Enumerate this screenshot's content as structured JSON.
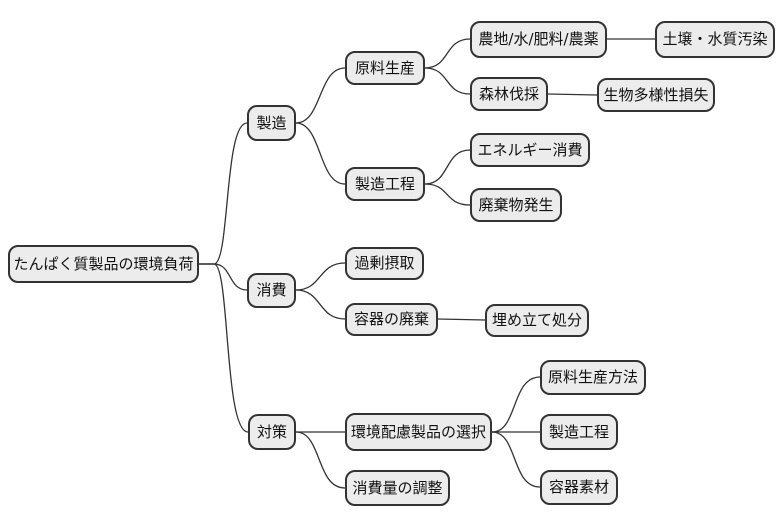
{
  "diagram": {
    "type": "mindmap",
    "style": {
      "background": "#ffffff",
      "node_fill": "#ececec",
      "node_border": "#333333",
      "edge_color": "#333333",
      "text_color": "#111111"
    }
  },
  "mindmap": {
    "root": "たんぱく質製品の環境負荷",
    "branches": [
      {
        "label": "製造",
        "children": [
          {
            "label": "原料生産",
            "children": [
              {
                "label": "農地/水/肥料/農薬",
                "children": [
                  {
                    "label": "土壌・水質汚染"
                  }
                ]
              },
              {
                "label": "森林伐採",
                "children": [
                  {
                    "label": "生物多様性損失"
                  }
                ]
              }
            ]
          },
          {
            "label": "製造工程",
            "children": [
              {
                "label": "エネルギー消費"
              },
              {
                "label": "廃棄物発生"
              }
            ]
          }
        ]
      },
      {
        "label": "消費",
        "children": [
          {
            "label": "過剰摂取"
          },
          {
            "label": "容器の廃棄",
            "children": [
              {
                "label": "埋め立て処分"
              }
            ]
          }
        ]
      },
      {
        "label": "対策",
        "children": [
          {
            "label": "環境配慮製品の選択",
            "children": [
              {
                "label": "原料生産方法"
              },
              {
                "label": "製造工程"
              },
              {
                "label": "容器素材"
              }
            ]
          },
          {
            "label": "消費量の調整"
          }
        ]
      }
    ]
  }
}
